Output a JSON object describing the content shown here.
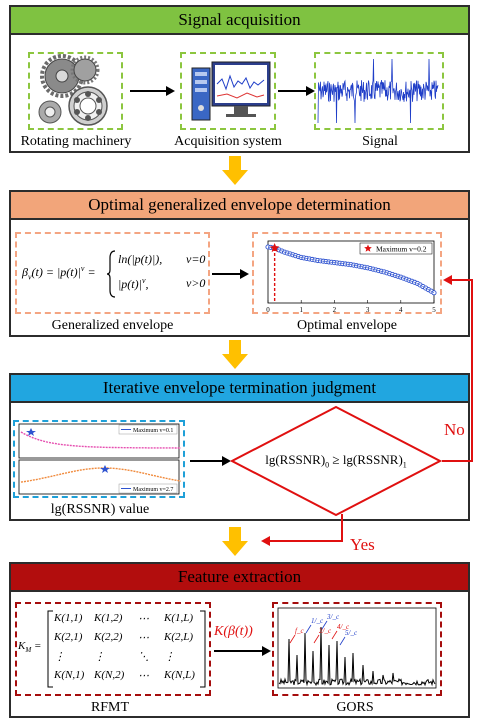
{
  "stages": {
    "acquisition": {
      "title": "Signal acquisition",
      "captions": [
        "Rotating machinery",
        "Acquisition system",
        "Signal"
      ]
    },
    "envelope": {
      "title": "Optimal generalized envelope determination",
      "formula": {
        "lhs": "β",
        "sub": "v",
        "rest": "(t) = |p(t)|",
        "sup": "v",
        "eq": "=",
        "case1_expr": "ln(|p(t)|),",
        "case1_cond": "v=0",
        "case2_expr": "|p(t)|",
        "case2_sup": "v",
        "case2_comma": ",",
        "case2_cond": "v>0"
      },
      "captions": [
        "Generalized envelope",
        "Optimal envelope"
      ],
      "legend": "Maximum v=0.2"
    },
    "termination": {
      "title": "Iterative envelope termination judgment",
      "legend_top": "Maximum  v=0.1",
      "legend_bottom": "Maximum  v=2.7",
      "value_caption": "lg(RSSNR) value",
      "condition": "lg(RSSNR)",
      "condition_sub": "0",
      "condition_ge": "≥",
      "condition_rhs": "lg(RSSNR)",
      "condition_rhs_sub": "1",
      "no_label": "No",
      "yes_label": "Yes"
    },
    "feature": {
      "title": "Feature extraction",
      "matrix_label": "K",
      "matrix_sub": "M",
      "matrix_eq": "=",
      "matrix_rows": [
        [
          "K(1,1)",
          "K(1,2)",
          "⋯",
          "K(1,L)"
        ],
        [
          "K(2,1)",
          "K(2,2)",
          "⋯",
          "K(2,L)"
        ],
        [
          "⋮",
          "⋮",
          "⋱",
          "⋮"
        ],
        [
          "K(N,1)",
          "K(N,2)",
          "⋯",
          "K(N,L)"
        ]
      ],
      "arrow_label": "K(β(t))",
      "gors_marks": [
        "f_c",
        "1/_c",
        "2/_c",
        "3/_c",
        "4/_c",
        "5/_c"
      ],
      "captions": [
        "RFMT",
        "GORS"
      ]
    }
  },
  "chart_data": {
    "type": "line",
    "title": "",
    "x": [
      0,
      0.2,
      0.5,
      1,
      1.5,
      2,
      2.5,
      3,
      3.5,
      4,
      4.5,
      5
    ],
    "series": [
      {
        "name": "",
        "values": [
          1.0,
          0.98,
          0.9,
          0.8,
          0.74,
          0.7,
          0.66,
          0.6,
          0.52,
          0.42,
          0.3,
          0.12
        ]
      }
    ],
    "xlim": [
      0,
      5
    ],
    "xticks": [
      "0",
      "1",
      "2",
      "3",
      "4",
      "5"
    ],
    "legend": "Maximum v=0.2",
    "max_x": 0.2
  },
  "colors": {
    "acq_header": "#7fc241",
    "env_header": "#f2a57a",
    "term_header": "#21a6e0",
    "feat_header": "#b20d0d",
    "flow_arrow": "#ffc000",
    "signal": "#1f3ec8",
    "red": "#e01010"
  }
}
